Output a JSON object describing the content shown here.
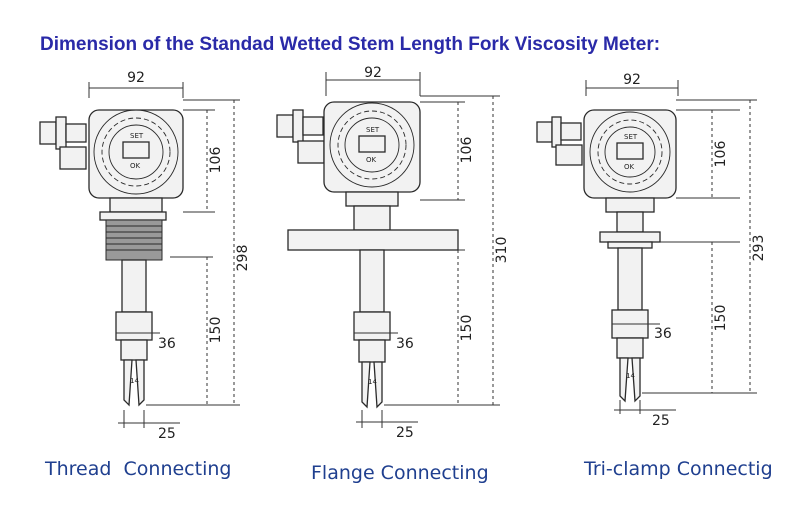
{
  "title": "Dimension of the Standad Wetted Stem Length Fork Viscosity Meter:",
  "devices": [
    {
      "caption": "Thread  Connecting",
      "dims": {
        "head_width": "92",
        "head_height": "106",
        "total": "298",
        "stem": "150",
        "body_dia": "36",
        "fork_width": "25",
        "tine": "14"
      },
      "display": {
        "set": "SET",
        "ok": "OK"
      }
    },
    {
      "caption": "Flange Connecting",
      "dims": {
        "head_width": "92",
        "head_height": "106",
        "total": "310",
        "stem": "150",
        "body_dia": "36",
        "fork_width": "25",
        "tine": "14"
      },
      "display": {
        "set": "SET",
        "ok": "OK"
      }
    },
    {
      "caption": "Tri-clamp Connectig",
      "dims": {
        "head_width": "92",
        "head_height": "106",
        "total": "293",
        "stem": "150",
        "body_dia": "36",
        "fork_width": "25",
        "tine": "14"
      },
      "display": {
        "set": "SET",
        "ok": "OK"
      }
    }
  ]
}
